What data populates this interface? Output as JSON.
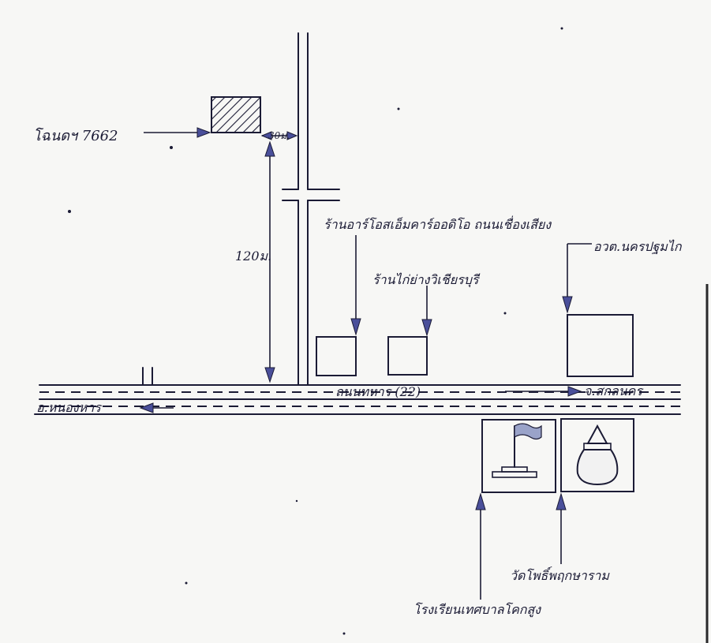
{
  "labels": {
    "plot_number": "โฉนดฯ 7662",
    "distance_side": "30ม.",
    "distance_main": "120ม.",
    "gas_station": "ร้านอาร์โอสเอ็มคาร์ออดิโอ ถนนเชื่องเสียง",
    "chicken_shop": "ร้านไก่ย่างวิเชียรบุรี",
    "clinic": "อวต.นครปฐมไก",
    "road_name": "ถนนทหาร (22)",
    "direction_east": "จ.สกลนคร",
    "direction_west": "อ.หนองหาร",
    "temple": "วัดโพธิ์พฤกษาราม",
    "school": "โรงเรียนเทศบาลโคกสูง"
  },
  "colors": {
    "ink": "#1b1b35",
    "arrow_fill": "#4a4f9a",
    "paper": "#f7f7f5"
  },
  "icons": {
    "plot": "hatched-square-icon",
    "school": "flag-pole-icon",
    "temple": "alms-bowl-icon"
  }
}
